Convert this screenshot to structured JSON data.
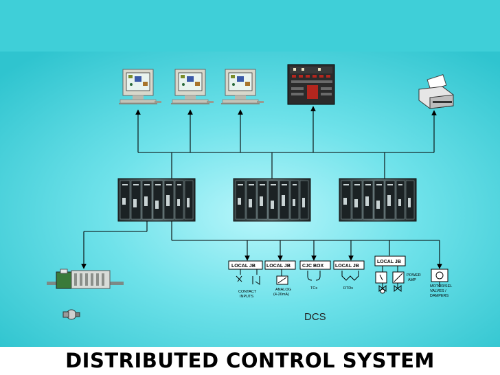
{
  "title": "DISTRIBUTED CONTROL SYSTEM",
  "center_label": "DCS",
  "jb": {
    "jb1": "LOCAL JB",
    "jb2": "LOCAL JB",
    "jb3": "CJC BOX",
    "jb4": "LOCAL JB",
    "jb5": "LOCAL JB"
  },
  "field": {
    "contact_inputs": [
      "CONTACT",
      "INPUTS"
    ],
    "analog": [
      "ANALOG",
      "(4-20mA)"
    ],
    "tcs": "TCs",
    "rtds": "RTDs",
    "power_amp": [
      "POWER",
      "AMP"
    ],
    "motors": [
      "MOTOR/SEL",
      "VALVES /",
      "DAMPERS"
    ]
  },
  "colors": {
    "background_top": "#3fcfd8",
    "background_glow": "#b8f6fb",
    "line": "#000000",
    "title_text": "#000000"
  },
  "icons": [
    "workstation-icon",
    "control-panel-icon",
    "printer-icon",
    "controller-rack-icon",
    "remote-io-icon",
    "field-device-icon"
  ]
}
